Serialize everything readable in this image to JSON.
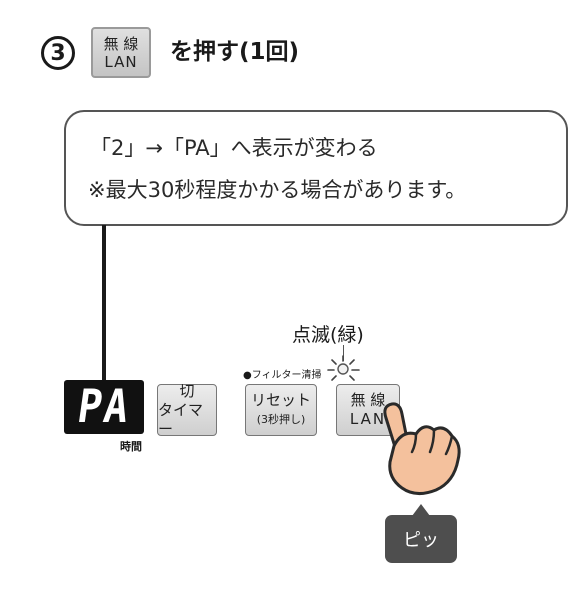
{
  "step": {
    "number": "3",
    "key_line1": "無 線",
    "key_line2": "LAN",
    "instruction": "を押す(1回)"
  },
  "callout": {
    "line1": "「2」→「PA」へ表示が変わる",
    "line2": "※最大30秒程度かかる場合があります。"
  },
  "panel": {
    "display_value": "PA",
    "display_caption": "時間",
    "timer_button": {
      "line1": "切",
      "line2": "タイマー"
    },
    "reset_button": {
      "line1": "リセット",
      "line2": "(3秒押し)"
    },
    "filter_label": "●フィルター清掃",
    "blink_label": "点滅(緑)",
    "lan_button": {
      "line1": "無 線",
      "line2": "LAN"
    },
    "indicator_color": "#f2f2f2"
  },
  "beep": {
    "label": "ピッ"
  },
  "icons": [
    "blink-icon",
    "pressing-hand-icon"
  ],
  "colors": {
    "display_bg": "#111111",
    "bubble_bg": "#4e4e4e",
    "hand_skin": "#f4c19d"
  }
}
